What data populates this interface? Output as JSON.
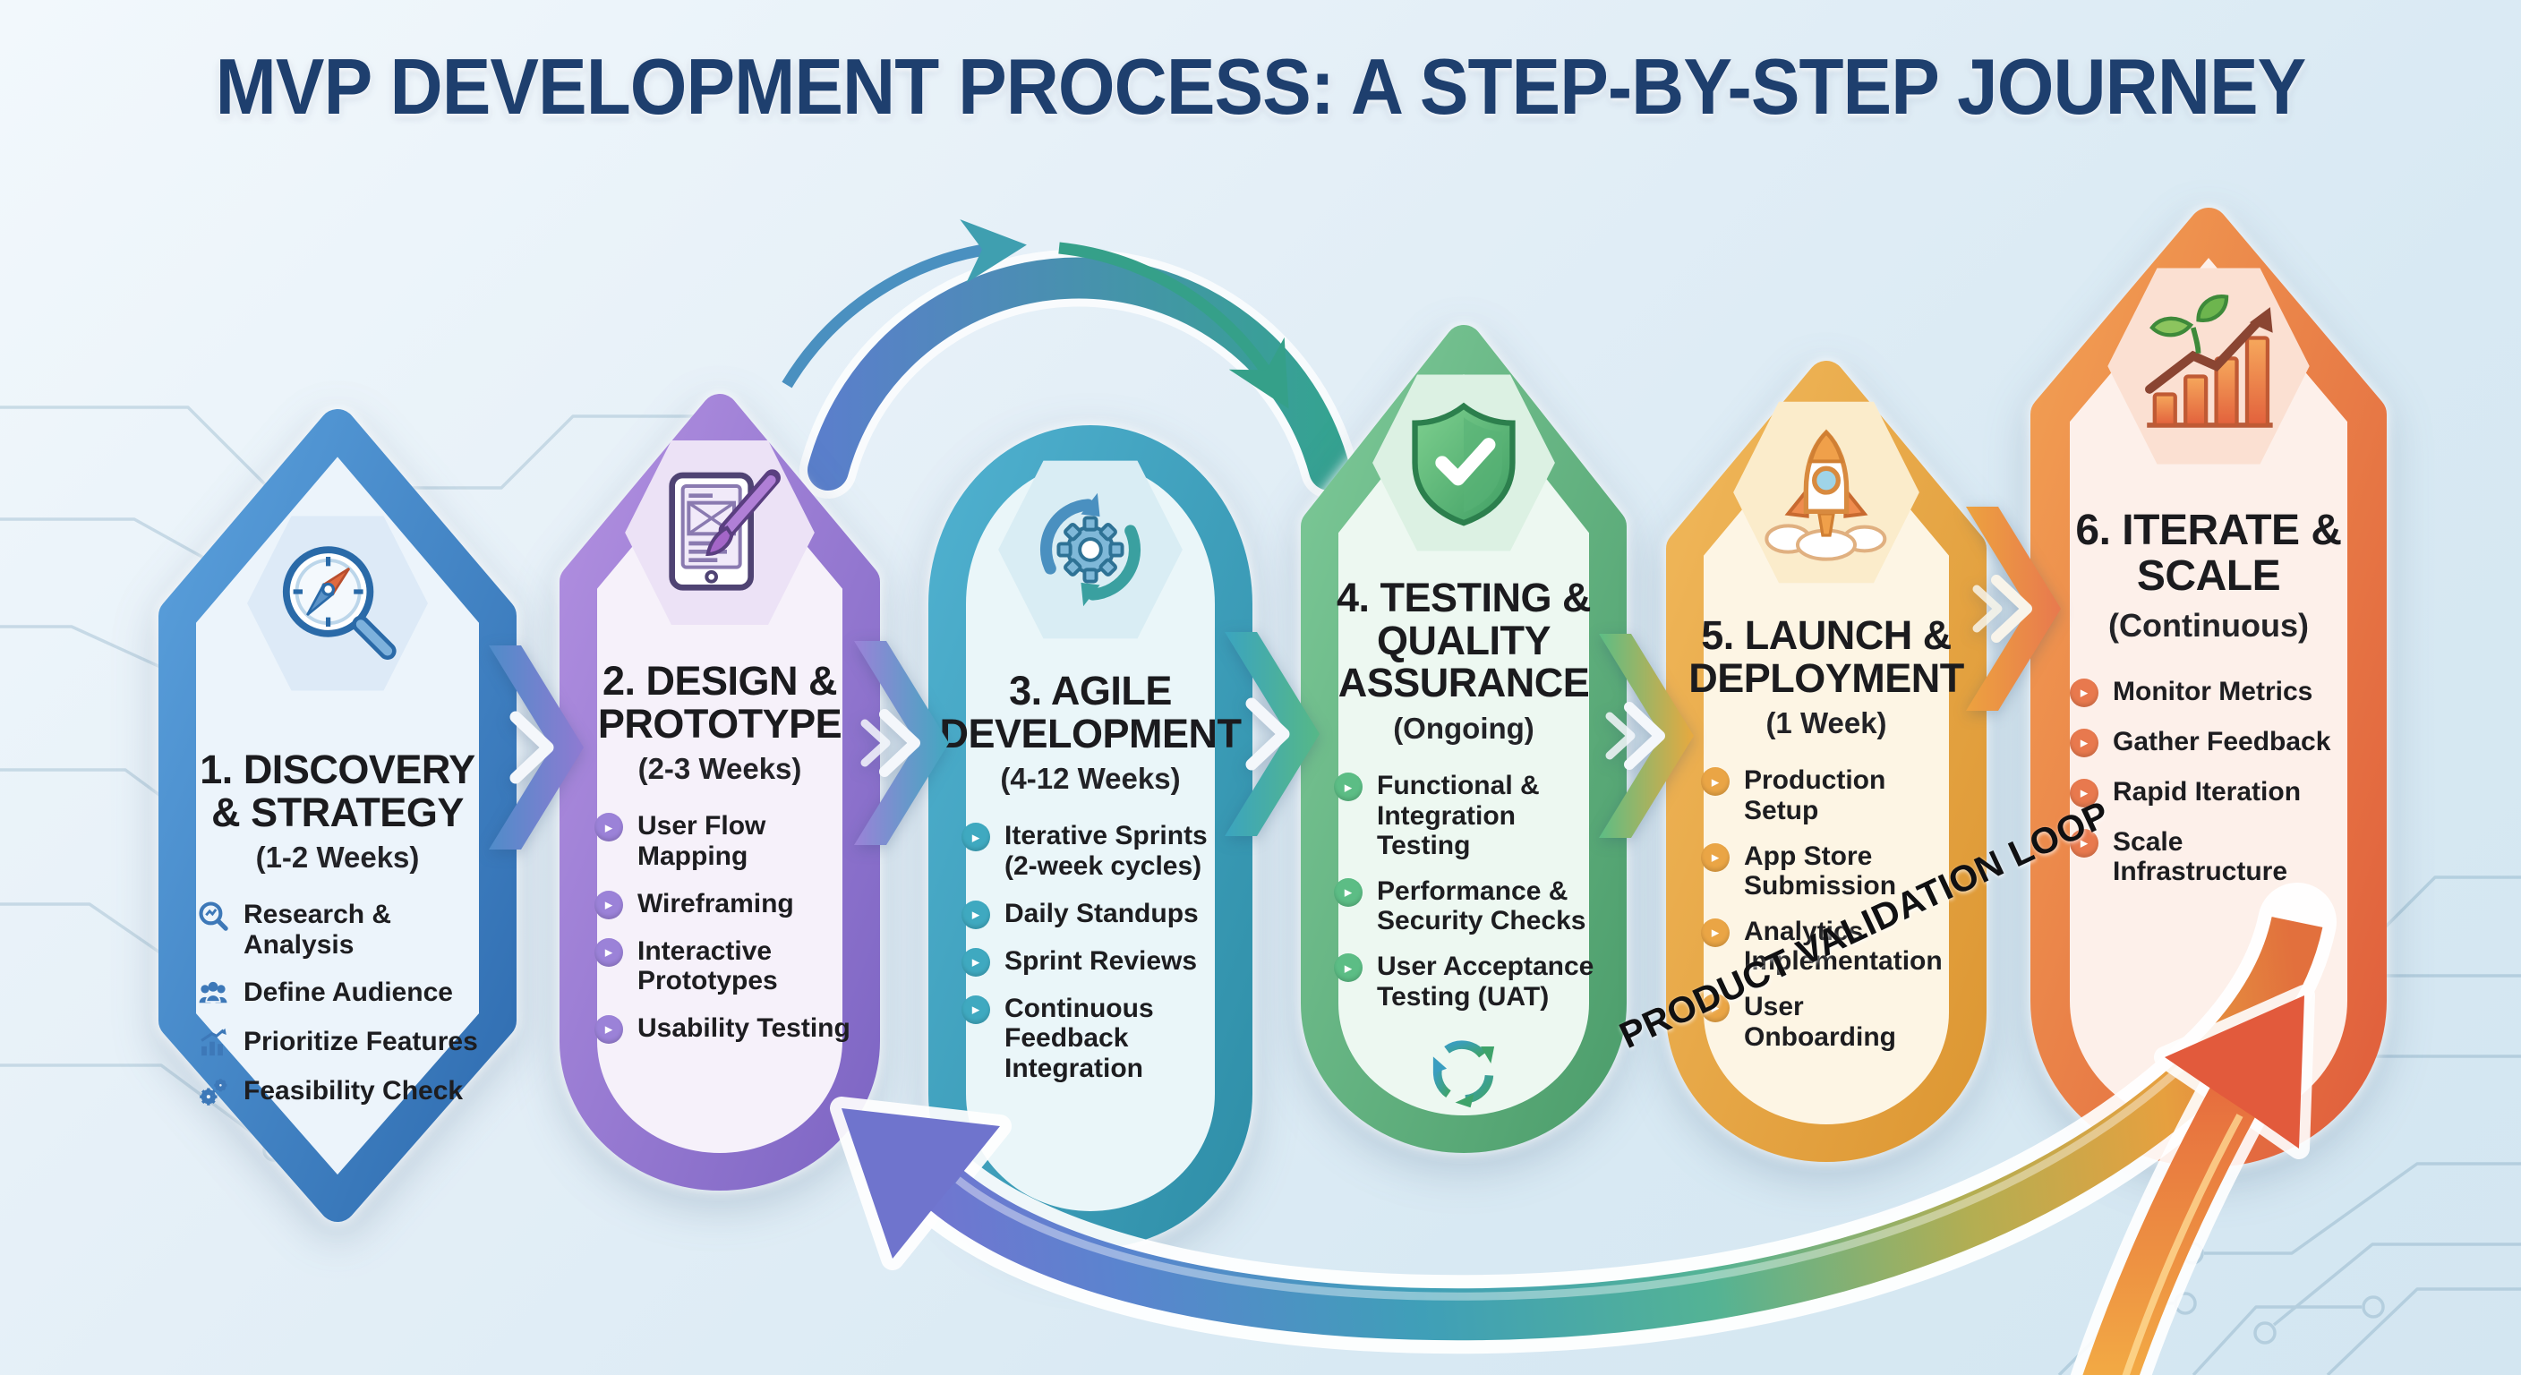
{
  "title": "MVP DEVELOPMENT PROCESS: A STEP-BY-STEP JOURNEY",
  "loop_label": "PRODUCT VALIDATION LOOP",
  "colors": {
    "title": "#1e3f6e",
    "background": "#dcebf4",
    "step_accents": [
      "#3d7ec6",
      "#8f76d0",
      "#3ba4bf",
      "#56b887",
      "#e8a93f",
      "#e8794e"
    ],
    "loop_gradient": [
      "#7b6fd0",
      "#4a90c8",
      "#3fa4ae",
      "#66b37e",
      "#c9a94a",
      "#e2703d"
    ]
  },
  "steps": [
    {
      "heading": "1. DISCOVERY & STRATEGY",
      "duration": "(1-2 Weeks)",
      "accent": "#3d7ec6",
      "icon": "compass-magnifier-icon",
      "items": [
        {
          "icon": "search-chart-icon",
          "text": "Research & Analysis"
        },
        {
          "icon": "audience-icon",
          "text": "Define Audience"
        },
        {
          "icon": "bar-growth-icon",
          "text": "Prioritize Features"
        },
        {
          "icon": "gears-icon",
          "text": "Feasibility Check"
        }
      ]
    },
    {
      "heading": "2. DESIGN & PROTOTYPE",
      "duration": "(2-3 Weeks)",
      "accent": "#8f76d0",
      "icon": "tablet-paintbrush-icon",
      "items": [
        {
          "text": "User Flow Mapping"
        },
        {
          "text": "Wireframing"
        },
        {
          "text": "Interactive Prototypes"
        },
        {
          "text": "Usability Testing"
        }
      ]
    },
    {
      "heading": "3. AGILE DEVELOPMENT",
      "duration": "(4-12 Weeks)",
      "accent": "#3ba4bf",
      "icon": "agile-sprint-gear-icon",
      "items": [
        {
          "text": "Iterative Sprints (2-week cycles)"
        },
        {
          "text": "Daily Standups"
        },
        {
          "text": "Sprint Reviews"
        },
        {
          "text": "Continuous Feedback Integration"
        }
      ]
    },
    {
      "heading": "4. TESTING & QUALITY ASSURANCE",
      "duration": "(Ongoing)",
      "accent": "#56b887",
      "icon": "shield-check-icon",
      "footer_icon": "recycle-loop-icon",
      "items": [
        {
          "text": "Functional & Integration Testing"
        },
        {
          "text": "Performance & Security Checks"
        },
        {
          "text": "User Acceptance Testing (UAT)"
        }
      ]
    },
    {
      "heading": "5. LAUNCH & DEPLOYMENT",
      "duration": "(1 Week)",
      "accent": "#e8a93f",
      "icon": "rocket-launch-icon",
      "items": [
        {
          "text": "Production Setup"
        },
        {
          "text": "App Store Submission"
        },
        {
          "text": "Analytics Implementation"
        },
        {
          "text": "User Onboarding"
        }
      ]
    },
    {
      "heading": "6. ITERATE & SCALE",
      "duration": "(Continuous)",
      "accent": "#e8794e",
      "icon": "growth-chart-leaves-icon",
      "items": [
        {
          "text": "Monitor Metrics"
        },
        {
          "text": "Gather Feedback"
        },
        {
          "text": "Rapid Iteration"
        },
        {
          "text": "Scale Infrastructure"
        }
      ]
    }
  ],
  "decorations": {
    "background_pattern": "circuit-traces",
    "arrows": [
      "sprint-cycle-arc-arrow",
      "validation-loop-arrow",
      "growth-up-arrow"
    ]
  }
}
